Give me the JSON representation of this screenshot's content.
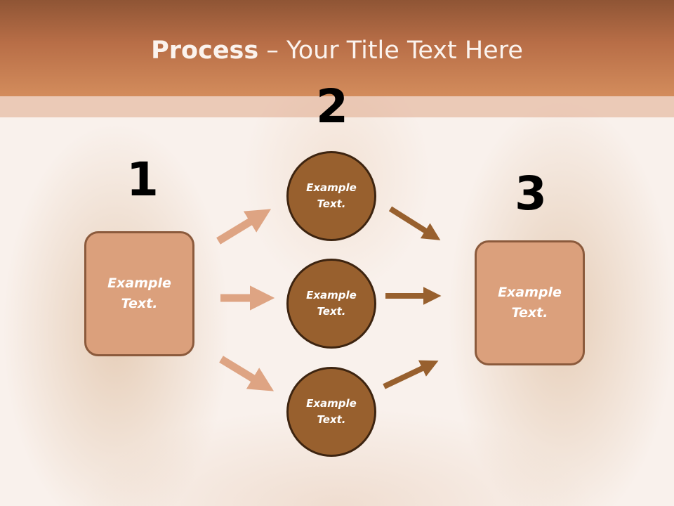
{
  "slide": {
    "title_bold": "Process",
    "title_rest": " – Your Title Text Here"
  },
  "steps": {
    "one": "1",
    "two": "2",
    "three": "3"
  },
  "left_box": {
    "text": "Example Text."
  },
  "right_box": {
    "text": "Example Text."
  },
  "circles": [
    {
      "text": "Example Text."
    },
    {
      "text": "Example Text."
    },
    {
      "text": "Example Text."
    }
  ],
  "colors": {
    "header": "#c47c52",
    "box_fill": "#dba07c",
    "circle_fill": "#98602e",
    "light_arrow": "#dea483",
    "dark_arrow": "#98602e"
  }
}
